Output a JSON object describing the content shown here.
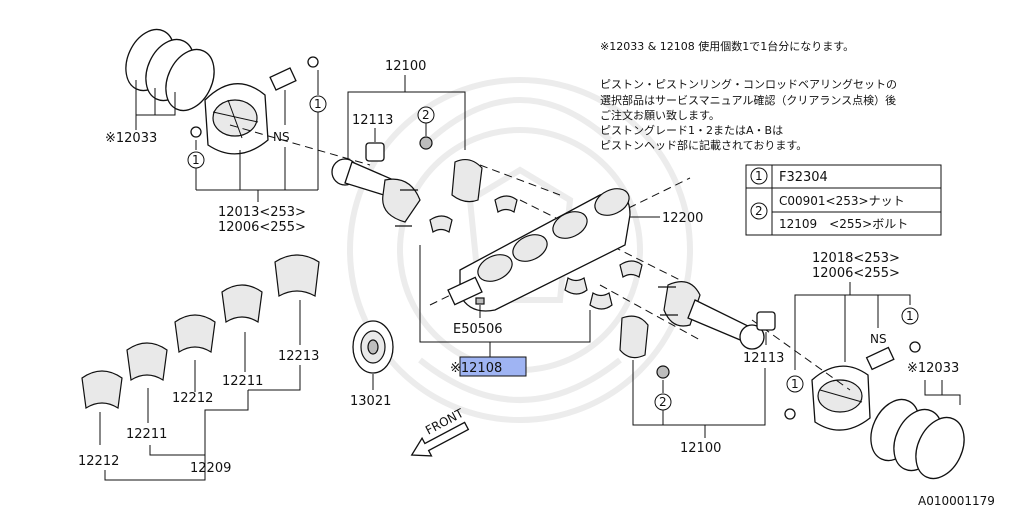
{
  "notes": {
    "line1": "※12033 & 12108 使用個数1で1台分になります。",
    "line2": "ピストン・ピストンリング・コンロッドベアリングセットの",
    "line3": "選択部品はサービスマニュアル確認（クリアランス点検）後",
    "line4": "ご注文お願い致します。",
    "line5": "ピストングレード1・2またはA・Bは",
    "line6": "ピストンヘッド部に記載されております。"
  },
  "legend": {
    "rows": [
      {
        "mark": "1",
        "text": "F32304"
      },
      {
        "mark": "2",
        "text": "C00901<253>ナット"
      },
      {
        "mark": "",
        "text": "12109　<255>ボルト"
      }
    ]
  },
  "labels": {
    "ring_left": "※12033",
    "ns_left": "NS",
    "piston_left_1": "12013<253>",
    "piston_left_2": "12006<255>",
    "rod_top": "12100",
    "bush_top": "12113",
    "crank": "12200",
    "woodruff": "E50506",
    "bearing_set": "※12108",
    "sprocket": "13021",
    "piston_right_1": "12018<253>",
    "piston_right_2": "12006<255>",
    "ns_right": "NS",
    "ring_right": "※12033",
    "bush_right": "12113",
    "rod_bottom": "12100",
    "brg_12213": "12213",
    "brg_12211a": "12211",
    "brg_12212a": "12212",
    "brg_12211b": "12211",
    "brg_12212b": "12212",
    "brg_12209": "12209",
    "front": "FRONT",
    "code": "A010001179"
  },
  "circled": {
    "c1_left_a": "1",
    "c1_left_b": "1",
    "c2_top": "2",
    "c1_right_a": "1",
    "c1_right_b": "1",
    "c2_bottom": "2"
  }
}
